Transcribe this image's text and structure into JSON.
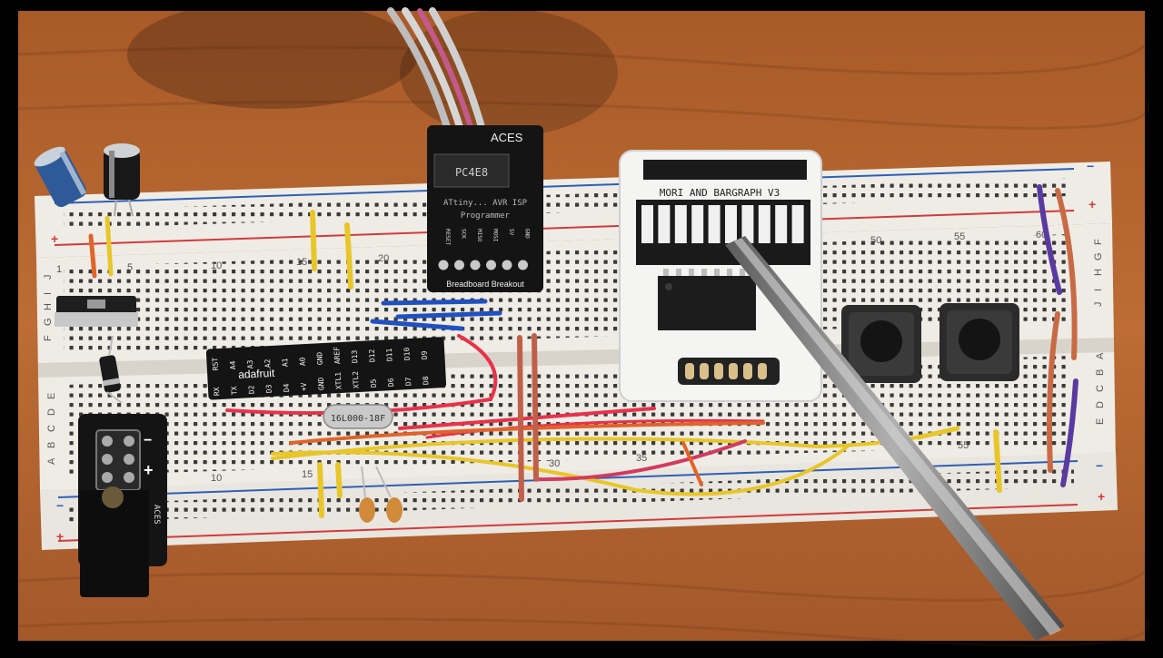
{
  "colors": {
    "table": "#b8662e",
    "breadboard": "#efece6",
    "rail_red": "#d33a3a",
    "rail_blue": "#2e5fb6",
    "pcb_black": "#141414",
    "pcb_white": "#f4f4f2",
    "led_segment": "#f0f0f0",
    "wire_yellow": "#e8c62a",
    "wire_red": "#e8324a",
    "wire_orange": "#e0642a",
    "wire_blue": "#2050c0",
    "wire_purple": "#5a3aa0",
    "tweezers": "#8a8a8a"
  },
  "breadboard": {
    "column_numbers": [
      "1",
      "5",
      "10",
      "15",
      "20",
      "50",
      "55",
      "60",
      "10",
      "15",
      "30",
      "35",
      "55"
    ],
    "row_letters_top": [
      "J",
      "I",
      "H",
      "G",
      "F"
    ],
    "row_letters_bottom": [
      "E",
      "D",
      "C",
      "B",
      "A"
    ],
    "rail_plus": "+",
    "rail_minus": "−"
  },
  "programmer_board": {
    "brand": "ACES",
    "chip_text": "PC4E8",
    "line1": "ATtiny... AVR ISP",
    "line2": "Programmer",
    "footer": "Breadboard Breakout",
    "pins": [
      "RESET",
      "SCK",
      "MISO",
      "MOSI",
      "5V",
      "GND"
    ]
  },
  "bargraph_board": {
    "title": "MORI AND BARGRAPH V3",
    "segment_count": 10
  },
  "adafruit_board": {
    "brand": "adafruit",
    "pins_top": [
      "RST",
      "A4",
      "A3",
      "A2",
      "A1",
      "A0",
      "GND",
      "AREF",
      "D13",
      "D12",
      "D11",
      "D10",
      "D9"
    ],
    "pins_bottom": [
      "RX",
      "TX",
      "D2",
      "D3",
      "D4",
      "+V",
      "GND",
      "XTL1",
      "XTL2",
      "D5",
      "D6",
      "D7",
      "D8"
    ]
  },
  "crystal": {
    "label": "16L000-18F"
  },
  "power_board": {
    "label": "ACES",
    "minus": "−",
    "plus": "+"
  },
  "buttons_count": 2
}
